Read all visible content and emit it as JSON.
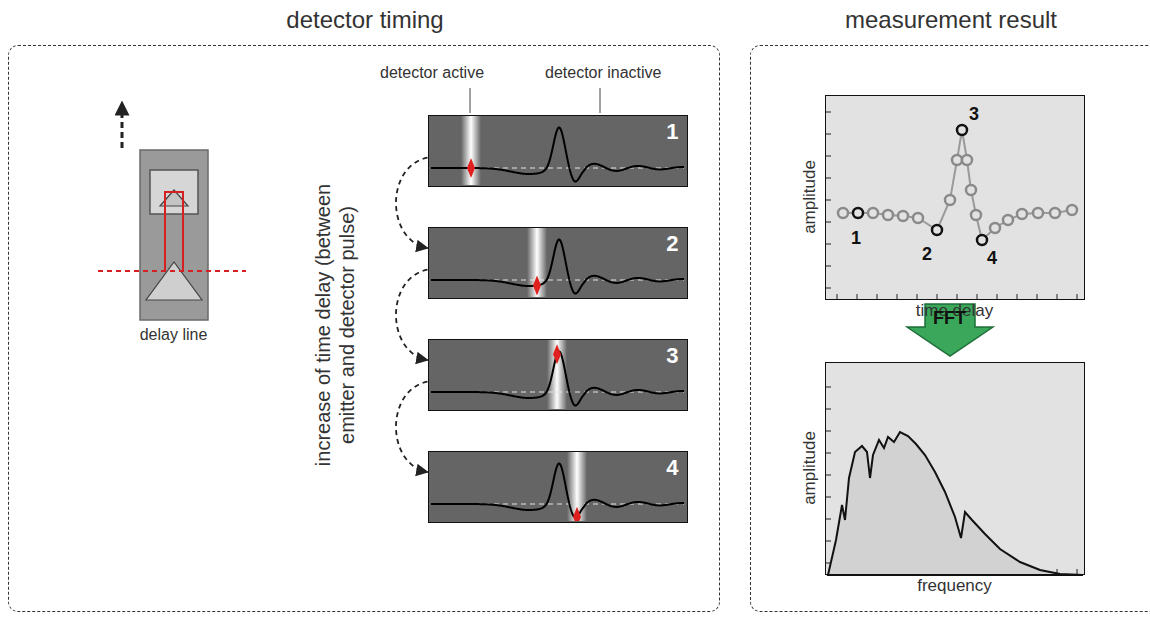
{
  "diagram": {
    "nodes": [
      {
        "text": [
          "detector timing"
        ]
      },
      {
        "text": [
          "delay line"
        ],
        "in": 0
      },
      {
        "text": [
          "1"
        ],
        "in": 0
      },
      {
        "text": [
          "2"
        ],
        "in": 0
      },
      {
        "text": [
          "3"
        ],
        "in": 0
      },
      {
        "text": [
          "4"
        ],
        "in": 0
      },
      {
        "text": [
          "measurement result"
        ]
      },
      {
        "text": [
          "amplitude",
          "time delay"
        ],
        "in": 6
      },
      {
        "text": [
          "FFT"
        ],
        "in": 6
      },
      {
        "text": [
          "amplitude",
          "frequency"
        ],
        "in": 6
      }
    ],
    "edges": [
      {
        "from": 2,
        "to": 3,
        "arrow": "to"
      },
      {
        "from": 3,
        "to": 4,
        "arrow": "to"
      },
      {
        "from": 4,
        "to": 5,
        "arrow": "to"
      }
    ],
    "labels": [
      "detector active",
      "detector inactive",
      "increase of time delay (between emitter and detector pulse)",
      "1",
      "2",
      "3",
      "4"
    ]
  }
}
